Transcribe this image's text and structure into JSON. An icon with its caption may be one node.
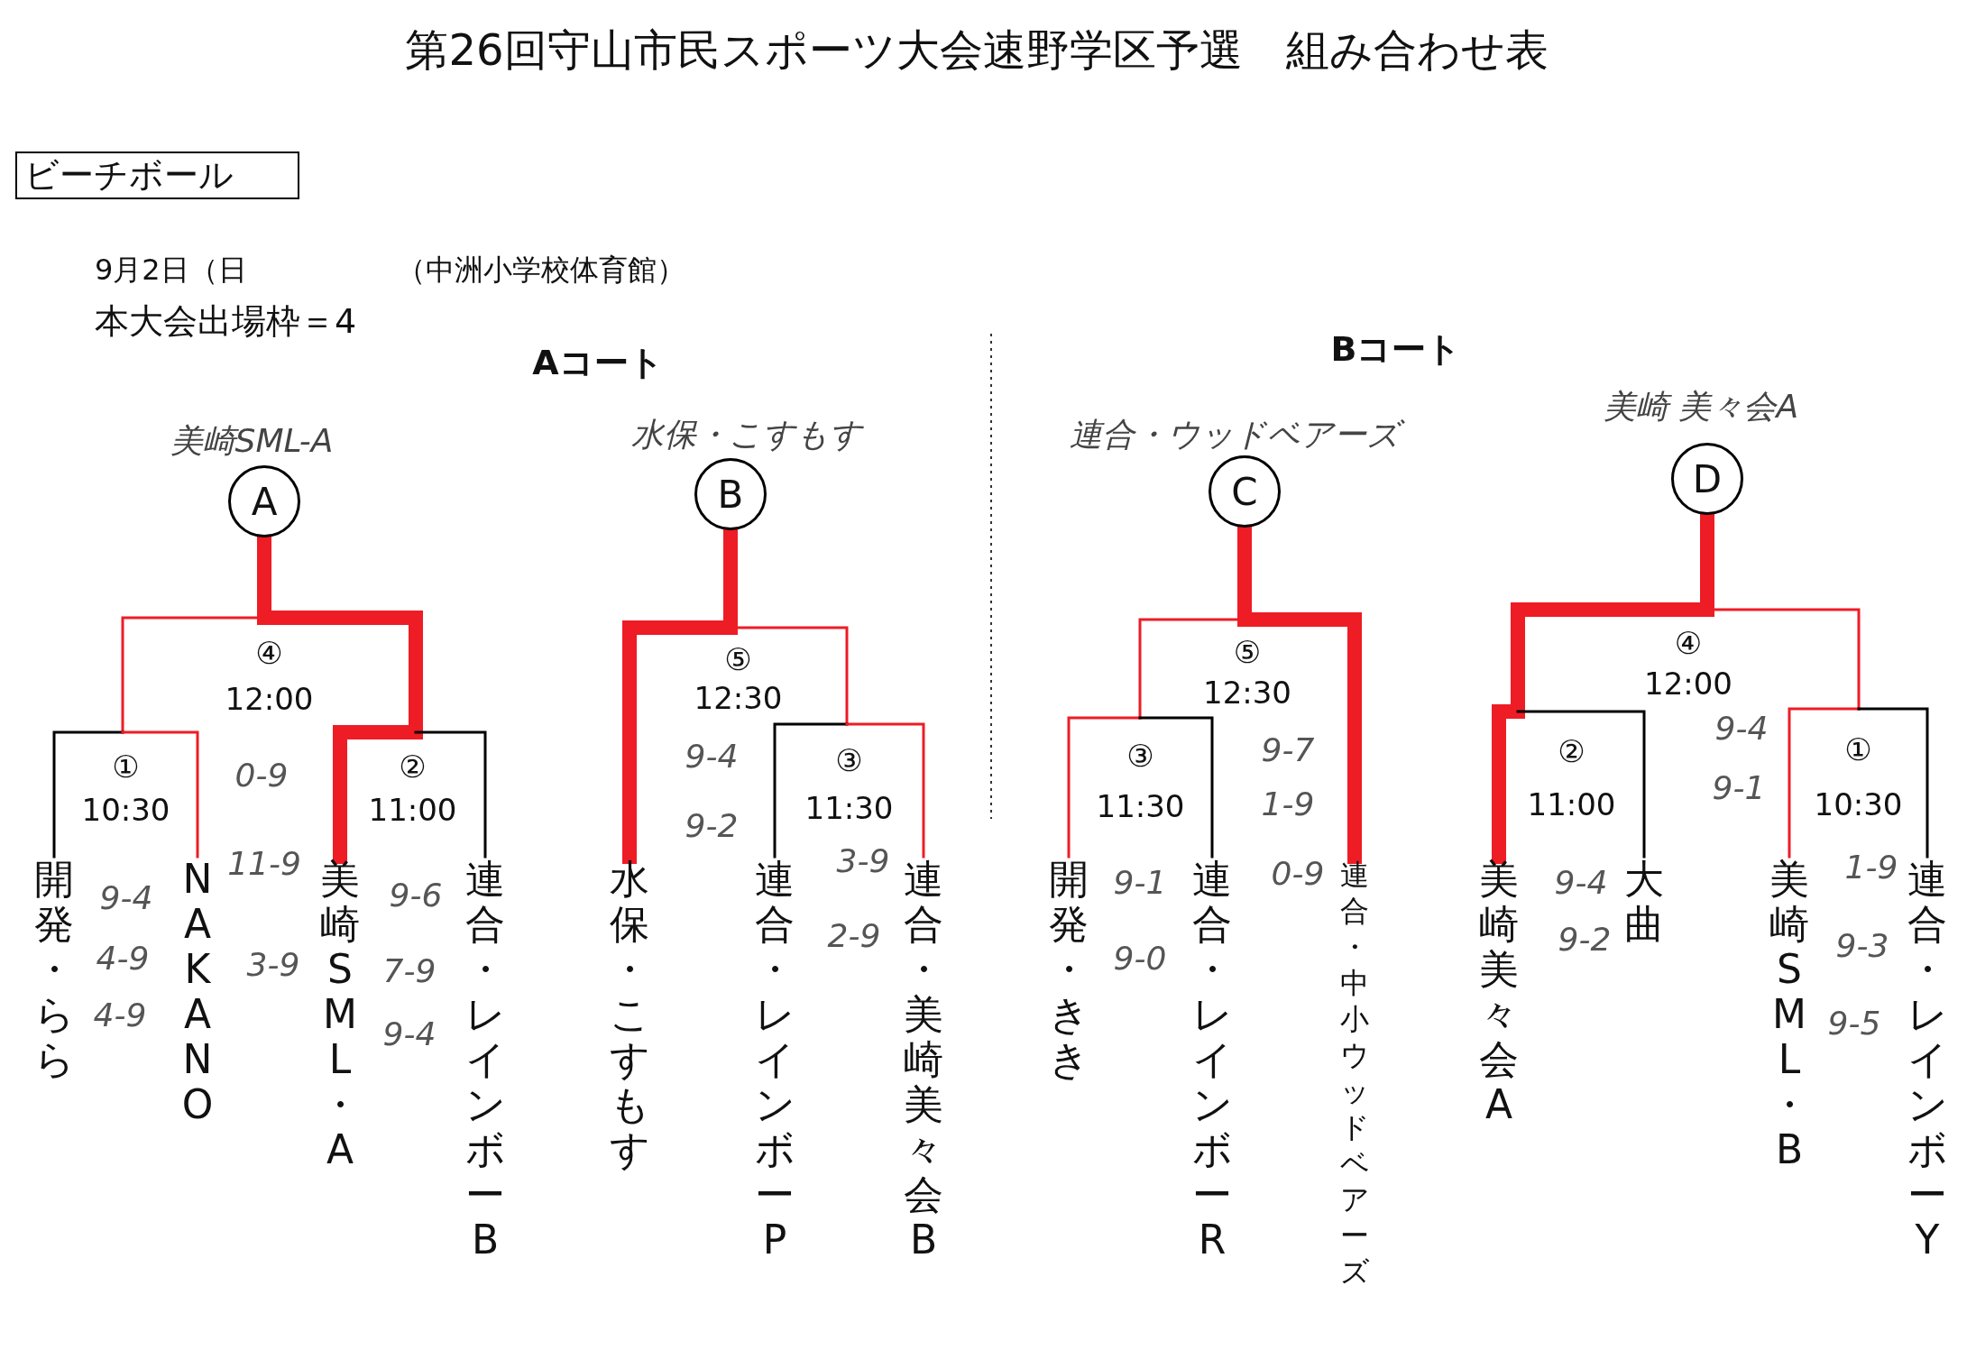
{
  "diagram": {
    "title": "第26回守山市民スポーツ大会速野学区予選　組み合わせ表",
    "nodes": [
      {
        "text": [
          "ビーチボール"
        ]
      },
      {
        "text": [
          "A"
        ],
        "beside": [
          "美崎SML-A"
        ]
      },
      {
        "text": [
          "B"
        ],
        "beside": [
          "水保・こすもす"
        ]
      },
      {
        "text": [
          "C"
        ],
        "beside": [
          "連合・ウッドベアーズ"
        ]
      },
      {
        "text": [
          "D"
        ],
        "beside": [
          "美崎 美々会A"
        ]
      },
      {
        "text": [
          "④",
          "12:00"
        ]
      },
      {
        "text": [
          "⑤",
          "12:30"
        ]
      },
      {
        "text": [
          "⑤",
          "12:30"
        ]
      },
      {
        "text": [
          "④",
          "12:00"
        ]
      },
      {
        "text": [
          "①",
          "10:30"
        ]
      },
      {
        "text": [
          "②",
          "11:00"
        ]
      },
      {
        "text": [
          "③",
          "11:30"
        ]
      },
      {
        "text": [
          "③",
          "11:30"
        ]
      },
      {
        "text": [
          "②",
          "11:00"
        ]
      },
      {
        "text": [
          "①",
          "10:30"
        ]
      },
      {
        "text": [
          "開発・らら"
        ]
      },
      {
        "text": [
          "NAKANO"
        ]
      },
      {
        "text": [
          "美崎SML・A"
        ]
      },
      {
        "text": [
          "連合・レインボーB"
        ]
      },
      {
        "text": [
          "水保・こすもす"
        ]
      },
      {
        "text": [
          "連合・レインボーP"
        ]
      },
      {
        "text": [
          "連合・美崎美々会B"
        ]
      },
      {
        "text": [
          "開発・きき"
        ]
      },
      {
        "text": [
          "連合・レインボーR"
        ]
      },
      {
        "text": [
          "連合・中小ウッドベアーズ"
        ]
      },
      {
        "text": [
          "美崎美々会A"
        ]
      },
      {
        "text": [
          "大曲"
        ]
      },
      {
        "text": [
          "美崎SML・B"
        ]
      },
      {
        "text": [
          "連合・レインボーY"
        ]
      }
    ],
    "edges": [
      {
        "from": 5,
        "to": 1,
        "arrow": "none",
        "style": "thick",
        "color": "#ee1c25"
      },
      {
        "from": 6,
        "to": 2,
        "arrow": "none",
        "style": "thick",
        "color": "#ee1c25"
      },
      {
        "from": 7,
        "to": 3,
        "arrow": "none",
        "style": "thick",
        "color": "#ee1c25"
      },
      {
        "from": 8,
        "to": 4,
        "arrow": "none",
        "style": "thick",
        "color": "#ee1c25"
      },
      {
        "from": 9,
        "to": 5,
        "arrow": "none",
        "color": "#ee1c25"
      },
      {
        "from": 10,
        "to": 5,
        "arrow": "none",
        "style": "thick",
        "color": "#ee1c25"
      },
      {
        "from": 19,
        "to": 6,
        "arrow": "none",
        "style": "thick",
        "color": "#ee1c25"
      },
      {
        "from": 11,
        "to": 6,
        "arrow": "none",
        "color": "#ee1c25"
      },
      {
        "from": 12,
        "to": 7,
        "arrow": "none",
        "color": "#ee1c25"
      },
      {
        "from": 24,
        "to": 7,
        "arrow": "none",
        "style": "thick",
        "color": "#ee1c25"
      },
      {
        "from": 13,
        "to": 8,
        "arrow": "none",
        "style": "thick",
        "color": "#ee1c25"
      },
      {
        "from": 14,
        "to": 8,
        "arrow": "none",
        "color": "#ee1c25"
      },
      {
        "from": 15,
        "to": 9,
        "arrow": "none",
        "color": "#000000"
      },
      {
        "from": 16,
        "to": 9,
        "arrow": "none",
        "color": "#ee1c25"
      },
      {
        "from": 17,
        "to": 10,
        "arrow": "none",
        "style": "thick",
        "color": "#ee1c25"
      },
      {
        "from": 18,
        "to": 10,
        "arrow": "none",
        "color": "#000000"
      },
      {
        "from": 20,
        "to": 11,
        "arrow": "none",
        "color": "#000000"
      },
      {
        "from": 21,
        "to": 11,
        "arrow": "none",
        "color": "#ee1c25"
      },
      {
        "from": 22,
        "to": 12,
        "arrow": "none",
        "color": "#ee1c25"
      },
      {
        "from": 23,
        "to": 12,
        "arrow": "none",
        "color": "#000000"
      },
      {
        "from": 25,
        "to": 13,
        "arrow": "none",
        "style": "thick",
        "color": "#ee1c25"
      },
      {
        "from": 26,
        "to": 13,
        "arrow": "none",
        "color": "#000000"
      },
      {
        "from": 27,
        "to": 14,
        "arrow": "none",
        "color": "#ee1c25"
      },
      {
        "from": 28,
        "to": 14,
        "arrow": "none",
        "color": "#000000"
      }
    ],
    "labels": [
      "9月2日（日",
      "（中洲小学校体育館）",
      "本大会出場枠＝4",
      "Aコート",
      "Bコート",
      "0-9",
      "9-4",
      "4-9",
      "4-9",
      "11-9",
      "3-9",
      "9-6",
      "7-9",
      "9-4",
      "9-4",
      "9-2",
      "3-9",
      "2-9",
      "9-7",
      "1-9",
      "9-1",
      "9-0",
      "0-9",
      "9-4",
      "9-1",
      "9-4",
      "9-2",
      "1-9",
      "9-3",
      "9-5"
    ]
  }
}
